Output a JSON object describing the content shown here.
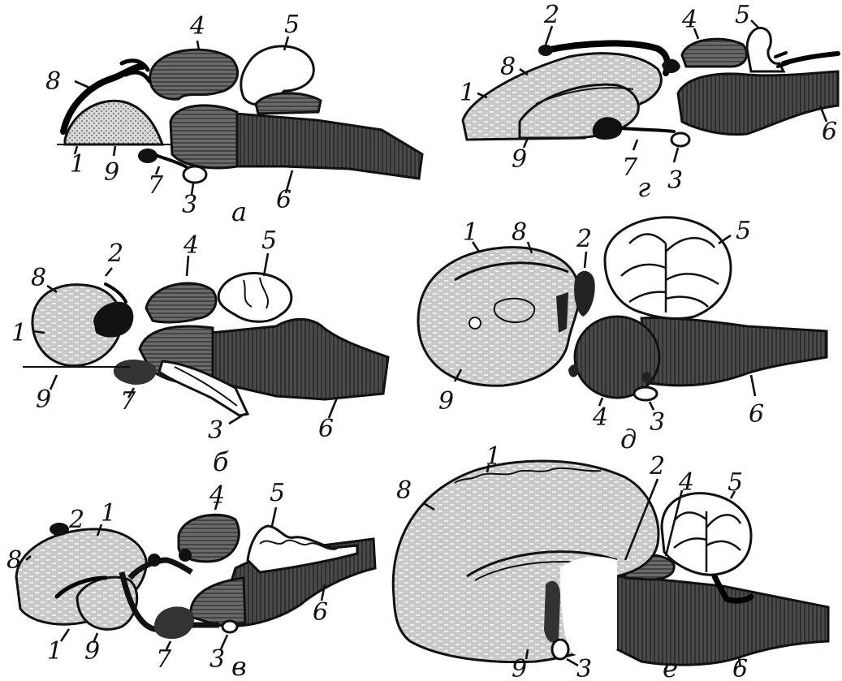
{
  "panels": [
    {
      "id": "a",
      "letter": "а",
      "labels": [
        "8",
        "4",
        "5",
        "1",
        "9",
        "7",
        "3",
        "6"
      ]
    },
    {
      "id": "b",
      "letter": "б",
      "labels": [
        "2",
        "4",
        "5",
        "8",
        "1",
        "9",
        "7",
        "3",
        "6"
      ]
    },
    {
      "id": "v",
      "letter": "в",
      "labels": [
        "2",
        "1",
        "4",
        "5",
        "8",
        "1",
        "9",
        "7",
        "3",
        "6"
      ]
    },
    {
      "id": "g",
      "letter": "г",
      "labels": [
        "2",
        "4",
        "5",
        "8",
        "1",
        "9",
        "7",
        "3",
        "6"
      ]
    },
    {
      "id": "d",
      "letter": "д",
      "labels": [
        "1",
        "8",
        "2",
        "5",
        "9",
        "4",
        "3",
        "6"
      ]
    },
    {
      "id": "e",
      "letter": "е",
      "labels": [
        "1",
        "2",
        "4",
        "5",
        "8",
        "9",
        "3",
        "6"
      ]
    }
  ]
}
